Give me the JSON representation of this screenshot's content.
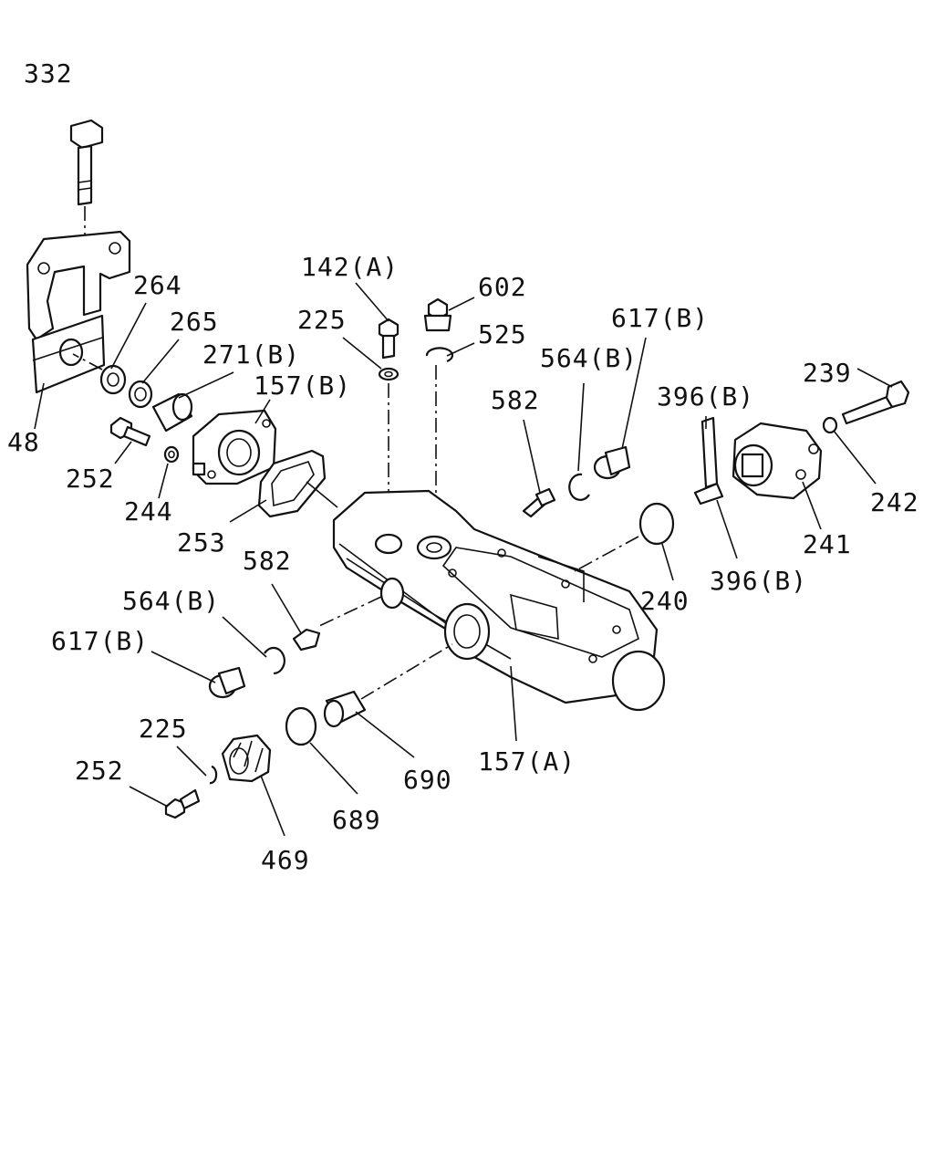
{
  "colors": {
    "ink": "#111111",
    "paper": "#ffffff"
  },
  "labels": {
    "p332": "332",
    "p264": "264",
    "p265": "265",
    "p271b": "271(B)",
    "p157b": "157(B)",
    "p48": "48",
    "p252a": "252",
    "p244": "244",
    "p253": "253",
    "p142a": "142(A)",
    "p225a": "225",
    "p602": "602",
    "p525": "525",
    "p617b_a": "617(B)",
    "p564b_a": "564(B)",
    "p582a": "582",
    "p396b_a": "396(B)",
    "p239": "239",
    "p242": "242",
    "p241": "241",
    "p396b_b": "396(B)",
    "p240": "240",
    "p582b": "582",
    "p564b_b": "564(B)",
    "p617b_b": "617(B)",
    "p225b": "225",
    "p252b": "252",
    "p469": "469",
    "p689": "689",
    "p690": "690",
    "p157a": "157(A)"
  }
}
